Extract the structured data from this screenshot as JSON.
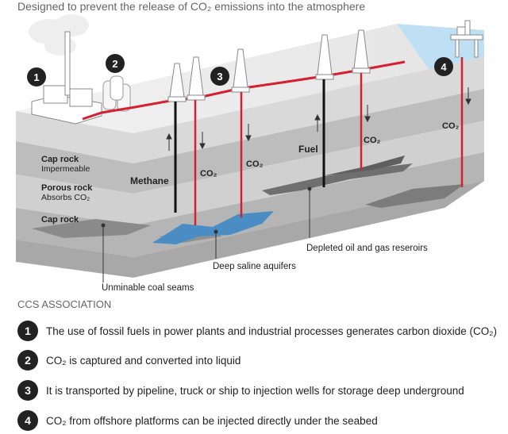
{
  "title": "Designed to prevent the release of CO₂ emissions into the atmosphere",
  "diagram": {
    "markers": [
      "1",
      "2",
      "3",
      "4"
    ],
    "layer_labels": {
      "cap_rock_top": "Cap rock",
      "cap_rock_top_sub": "Impermeable",
      "porous_rock": "Porous rock",
      "porous_rock_sub": "Absorbs CO₂",
      "cap_rock_bottom": "Cap rock"
    },
    "well_labels": {
      "methane": "Methane",
      "co2_a": "CO₂",
      "co2_b": "CO₂",
      "fuel": "Fuel",
      "co2_c": "CO₂",
      "co2_d": "CO₂"
    },
    "callouts": {
      "depleted": "Depleted oil and gas reseroirs",
      "aquifers": "Deep saline aquifers",
      "coal": "Unminable coal seams"
    },
    "colors": {
      "pipeline": "#d62030",
      "aquifer": "#4a8cc4",
      "sea": "#bfe0f4"
    }
  },
  "source": "CCS ASSOCIATION",
  "steps": [
    {
      "num": "1",
      "text": "The use of fossil fuels in power plants and industrial processes generates carbon dioxide (CO₂)"
    },
    {
      "num": "2",
      "text": "CO₂ is captured and converted into liquid"
    },
    {
      "num": "3",
      "text": "It is transported by pipeline, truck or ship to injection wells for storage deep underground"
    },
    {
      "num": "4",
      "text": "CO₂ from offshore platforms can be injected directly under the seabed"
    }
  ]
}
